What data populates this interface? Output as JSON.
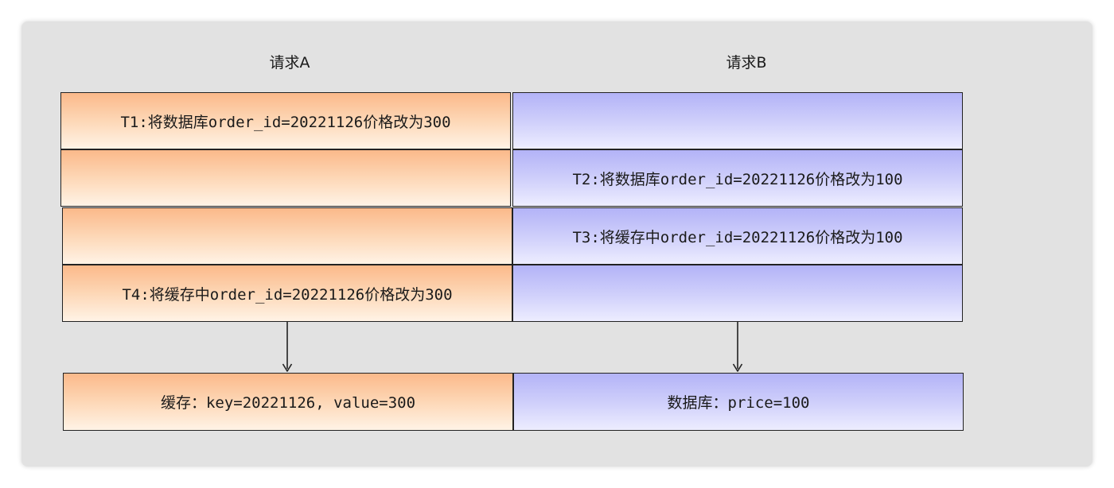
{
  "headers": {
    "request_a": "请求A",
    "request_b": "请求B"
  },
  "request_a_steps": [
    "T1:将数据库order_id=20221126价格改为300",
    "",
    "",
    "T4:将缓存中order_id=20221126价格改为300"
  ],
  "request_b_steps": [
    "",
    "T2:将数据库order_id=20221126价格改为100",
    "T3:将缓存中order_id=20221126价格改为100",
    ""
  ],
  "results": {
    "cache": "缓存：key=20221126, value=300",
    "database": "数据库：price=100"
  },
  "colors": {
    "request_a_fill": "#fdd7b6",
    "request_b_fill": "#d1d1fb",
    "panel_background": "#e2e2e2"
  }
}
